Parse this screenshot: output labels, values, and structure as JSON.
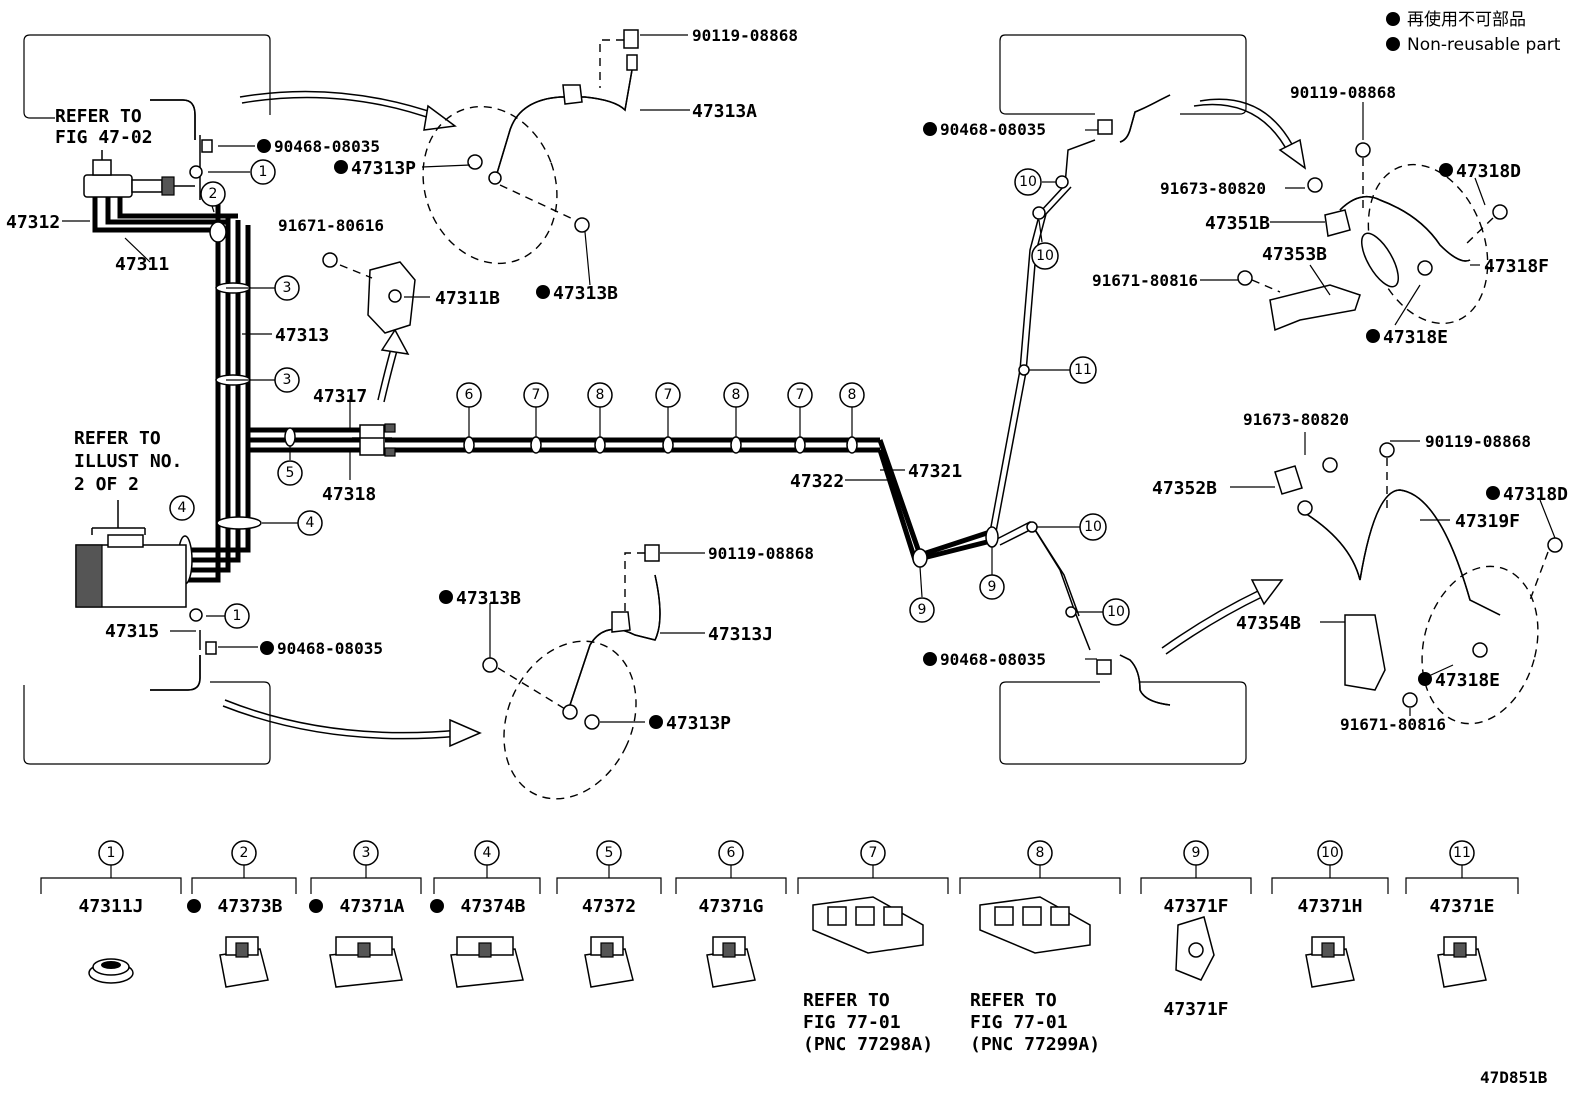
{
  "legend": {
    "jp": "再使用不可部品",
    "en": "Non-reusable part"
  },
  "diagram_code": "47D851B",
  "refs": {
    "fig4702_a": "REFER TO",
    "fig4702_b": "FIG 47-02",
    "illust_a": "REFER TO",
    "illust_b": "ILLUST NO.",
    "illust_c": "2 OF 2"
  },
  "parts": {
    "p90119_a": "90119-08868",
    "p47313A": "47313A",
    "p90468_a": "90468-08035",
    "p47313P_a": "47313P",
    "p47312": "47312",
    "p47311": "47311",
    "p91671_616": "91671-80616",
    "p47311B": "47311B",
    "p47313B_a": "47313B",
    "p47313": "47313",
    "p47317": "47317",
    "p47318": "47318",
    "p47321": "47321",
    "p47322": "47322",
    "p47315": "47315",
    "p90468_b": "90468-08035",
    "p90119_b": "90119-08868",
    "p47313B_b": "47313B",
    "p47313J": "47313J",
    "p47313P_b": "47313P",
    "p90468_c": "90468-08035",
    "p90468_d": "90468-08035",
    "p90119_c": "90119-08868",
    "p91673_a": "91673-80820",
    "p47351B": "47351B",
    "p47353B": "47353B",
    "p91671_816a": "91671-80816",
    "p47318D_a": "47318D",
    "p47318F": "47318F",
    "p47318E_a": "47318E",
    "p91673_b": "91673-80820",
    "p90119_d": "90119-08868",
    "p47352B": "47352B",
    "p47318D_b": "47318D",
    "p47319F": "47319F",
    "p47354B": "47354B",
    "p47318E_b": "47318E",
    "p91671_816b": "91671-80816"
  },
  "callouts": {
    "c1": "1",
    "c2": "2",
    "c3": "3",
    "c4": "4",
    "c5": "5",
    "c6": "6",
    "c7": "7",
    "c8": "8",
    "c9": "9",
    "c10": "10",
    "c11": "11"
  },
  "clamps": [
    {
      "num": "1",
      "part": "47311J",
      "nonreusable": false
    },
    {
      "num": "2",
      "part": "47373B",
      "nonreusable": true
    },
    {
      "num": "3",
      "part": "47371A",
      "nonreusable": true
    },
    {
      "num": "4",
      "part": "47374B",
      "nonreusable": true
    },
    {
      "num": "5",
      "part": "47372",
      "nonreusable": false
    },
    {
      "num": "6",
      "part": "47371G",
      "nonreusable": false
    },
    {
      "num": "7",
      "part": "",
      "nonreusable": false,
      "ref": [
        "REFER TO",
        "FIG 77-01",
        "(PNC 77298A)"
      ]
    },
    {
      "num": "8",
      "part": "",
      "nonreusable": false,
      "ref": [
        "REFER TO",
        "FIG 77-01",
        "(PNC 77299A)"
      ]
    },
    {
      "num": "9",
      "part": "47371F",
      "nonreusable": false
    },
    {
      "num": "10",
      "part": "47371H",
      "nonreusable": false
    },
    {
      "num": "11",
      "part": "47371E",
      "nonreusable": false
    }
  ]
}
